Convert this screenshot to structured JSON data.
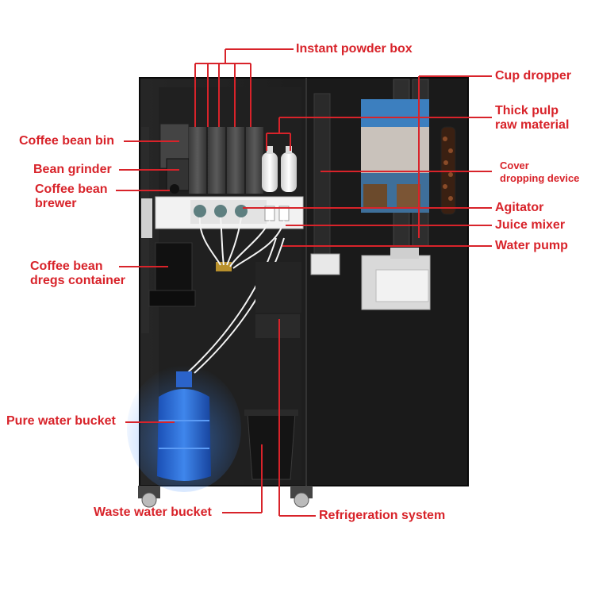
{
  "labels": {
    "instant_powder_box": "Instant powder box",
    "cup_dropper": "Cup dropper",
    "thick_pulp_line1": "Thick pulp",
    "thick_pulp_line2": "raw material",
    "cover_line1": "Cover",
    "cover_line2": "dropping device",
    "agitator": "Agitator",
    "juice_mixer": "Juice mixer",
    "water_pump": "Water pump",
    "coffee_bean_bin": "Coffee bean bin",
    "bean_grinder": "Bean grinder",
    "brewer_line1": "Coffee bean",
    "brewer_line2": "brewer",
    "dregs_line1": "Coffee bean",
    "dregs_line2": "dregs container",
    "pure_water_bucket": "Pure water bucket",
    "waste_water_bucket": "Waste water bucket",
    "refrigeration_system": "Refrigeration system"
  },
  "colors": {
    "label_red": "#d8232a",
    "cabinet": "#1c1c1c",
    "water_blue": "#2f6fd6"
  }
}
